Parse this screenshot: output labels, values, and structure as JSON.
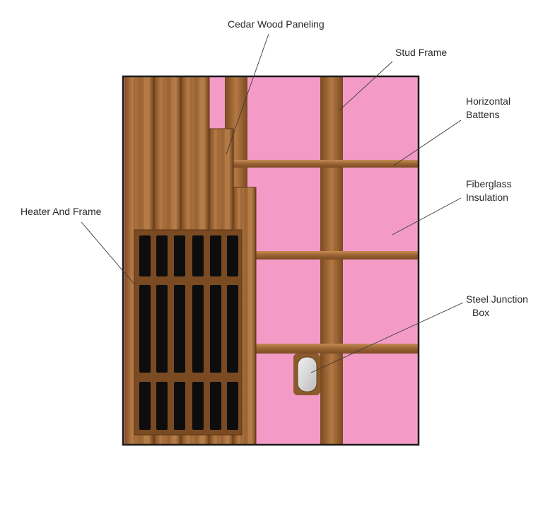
{
  "labels": {
    "cedar_wood_paneling": "Cedar Wood Paneling",
    "stud_frame": "Stud Frame",
    "horizontal_battens": [
      "Horizontal",
      "Battens"
    ],
    "fiberglass_insulation": [
      "Fiberglass",
      "Insulation"
    ],
    "heater_and_frame": "Heater And Frame",
    "steel_junction_box": [
      "Steel Junction",
      "Box"
    ]
  },
  "colors": {
    "insulation": "#f39bc6",
    "wood": "#a9703e",
    "wood_dark": "#7f4f25",
    "wood_light": "#c38a52",
    "heater_slot": "#0d0d0d",
    "junction_box": "#d6d6d6",
    "outline": "#1a1a1a"
  }
}
